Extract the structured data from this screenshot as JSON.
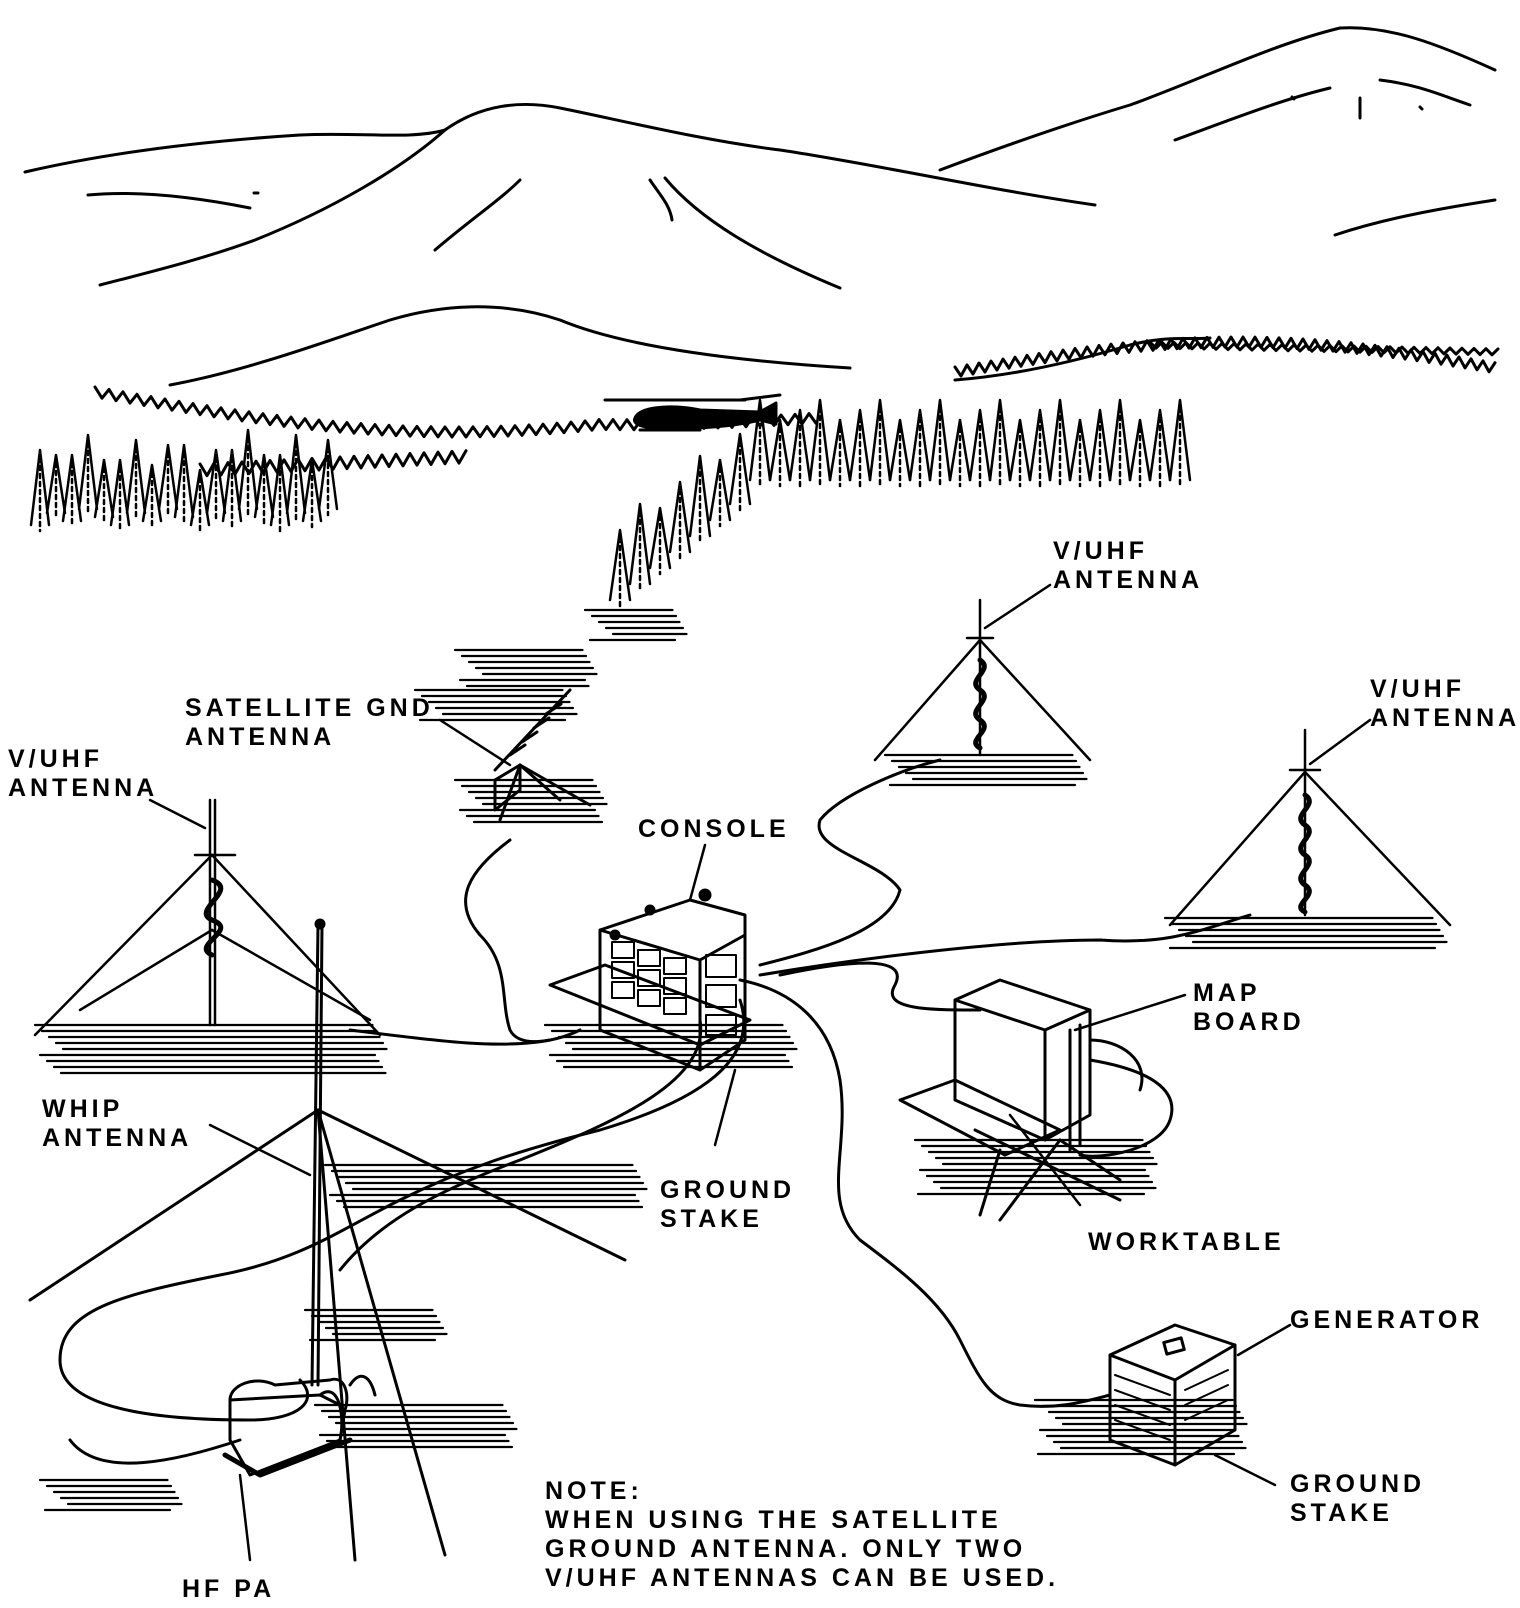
{
  "labels": {
    "vuhf_top": [
      "V/UHF",
      "ANTENNA"
    ],
    "vuhf_right": [
      "V/UHF",
      "ANTENNA"
    ],
    "vuhf_left": [
      "V/UHF",
      "ANTENNA"
    ],
    "satellite": [
      "SATELLITE GND",
      "ANTENNA"
    ],
    "console": "CONSOLE",
    "map_board": [
      "MAP",
      "BOARD"
    ],
    "whip": [
      "WHIP",
      "ANTENNA"
    ],
    "ground_stake_center": [
      "GROUND",
      "STAKE"
    ],
    "worktable": "WORKTABLE",
    "generator": "GENERATOR",
    "ground_stake_generator": [
      "GROUND",
      "STAKE"
    ],
    "hf_pa": "HF PA"
  },
  "note": {
    "heading": "NOTE:",
    "lines": [
      "WHEN USING THE SATELLITE",
      "GROUND ANTENNA. ONLY TWO",
      "V/UHF ANTENNAS CAN BE USED."
    ]
  }
}
